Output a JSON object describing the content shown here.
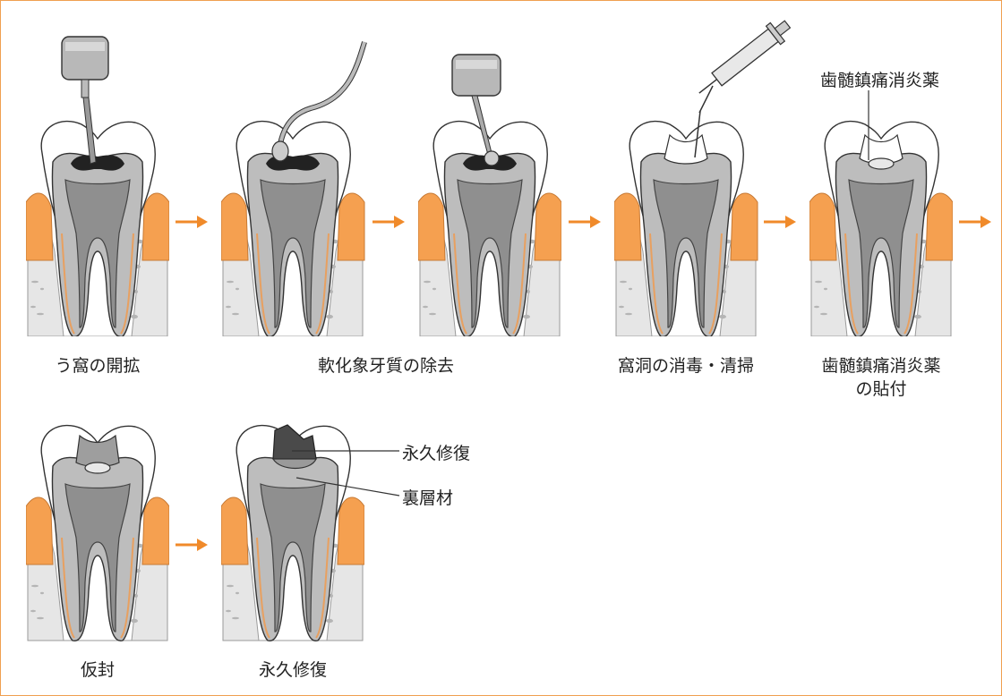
{
  "colors": {
    "border": "#f0a050",
    "arrow": "#f08a2a",
    "gum": "#f5a050",
    "bone": "#e6e6e6",
    "dentin": "#bdbdbd",
    "pulp": "#8f8f8f",
    "enamel": "#ffffff",
    "decay": "#222222",
    "instrument": "#b8b8b8",
    "filling": "#4a4a4a",
    "base": "#9a9a9a"
  },
  "steps": [
    {
      "caption": "う窩の開拡",
      "instrument": "handpiece-bur"
    },
    {
      "caption": "",
      "instrument": "excavator"
    },
    {
      "caption": "軟化象牙質の除去",
      "instrument": "handpiece-round-bur"
    },
    {
      "caption": "窩洞の消毒・清掃",
      "instrument": "syringe"
    },
    {
      "caption_lines": [
        "歯髄鎮痛消炎薬",
        "の貼付"
      ],
      "instrument": "medicament-pellet",
      "top_label": "歯髄鎮痛消炎薬"
    },
    {
      "caption": "仮封",
      "instrument": "temporary-seal"
    },
    {
      "caption": "永久修復",
      "instrument": "permanent-restoration"
    }
  ],
  "callouts": {
    "permanent": "永久修復",
    "base": "裏層材"
  }
}
